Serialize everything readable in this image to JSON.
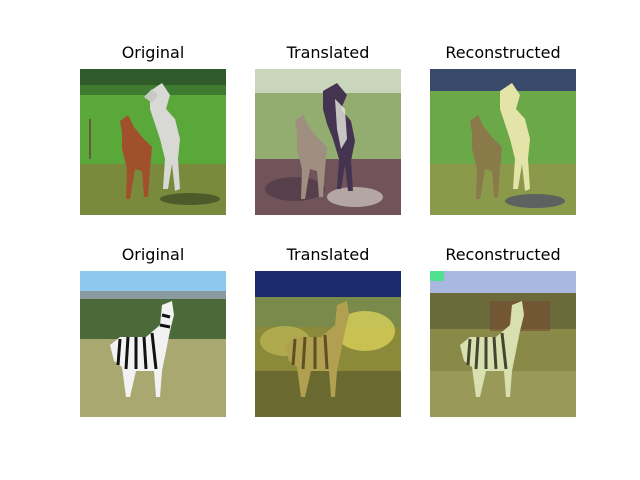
{
  "rows": [
    {
      "subject": "horse",
      "panels": [
        {
          "title": "Original",
          "variant": "original"
        },
        {
          "title": "Translated",
          "variant": "translated"
        },
        {
          "title": "Reconstructed",
          "variant": "reconstructed"
        }
      ]
    },
    {
      "subject": "zebra",
      "panels": [
        {
          "title": "Original",
          "variant": "original"
        },
        {
          "title": "Translated",
          "variant": "translated"
        },
        {
          "title": "Reconstructed",
          "variant": "reconstructed"
        }
      ]
    }
  ]
}
